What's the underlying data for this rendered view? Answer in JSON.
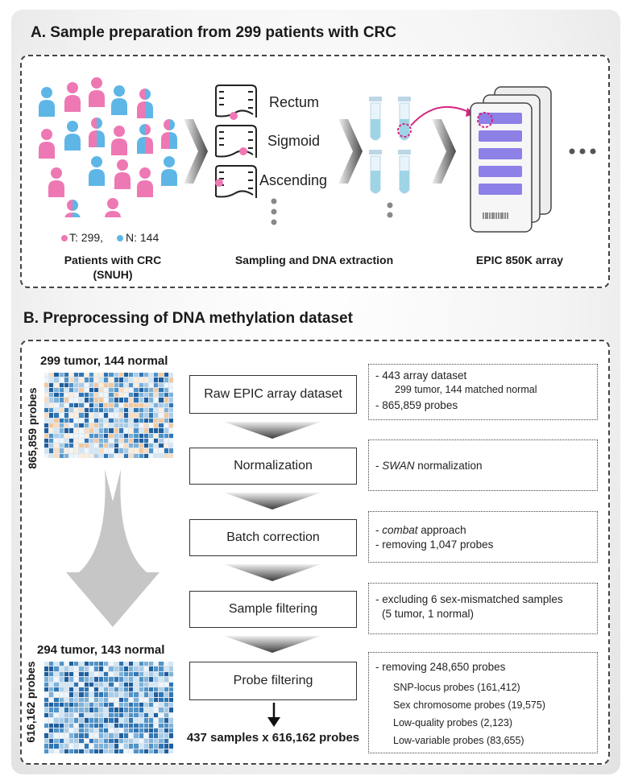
{
  "section_a": {
    "title": "A. Sample preparation from 299  patients with CRC",
    "patients_label": "Patients with CRC",
    "patients_sublabel": "(SNUH)",
    "tumor_count": "T: 299,",
    "normal_count": "N: 144",
    "colon_sites": [
      "Rectum",
      "Sigmoid",
      "Ascending"
    ],
    "sampling_label": "Sampling and DNA extraction",
    "array_label": "EPIC 850K array"
  },
  "section_b": {
    "title": "B. Preprocessing of DNA methylation dataset",
    "top_heatmap_title": "299 tumor, 144 normal",
    "top_heatmap_ylabel": "865,859 probes",
    "bottom_heatmap_title": "294 tumor, 143 normal",
    "bottom_heatmap_ylabel": "616,162 probes",
    "steps": [
      "Raw EPIC array dataset",
      "Normalization",
      "Batch correction",
      "Sample filtering",
      "Probe filtering"
    ],
    "result": "437 samples x 616,162 probes",
    "notes": {
      "raw_1": "- 443 array dataset",
      "raw_2": "299 tumor, 144 matched normal",
      "raw_3": "- 865,859 probes",
      "norm_1a": "- ",
      "norm_1b": "SWAN",
      "norm_1c": " normalization",
      "batch_1a": "- ",
      "batch_1b": "combat",
      "batch_1c": " approach",
      "batch_2": "- removing 1,047 probes",
      "sample_1": "- excluding 6 sex-mismatched samples",
      "sample_2": "(5 tumor, 1 normal)",
      "probe_1": "- removing 248,650 probes",
      "probe_2": "SNP-locus probes (161,412)",
      "probe_3": "Sex chromosome probes (19,575)",
      "probe_4": "Low-quality probes (2,123)",
      "probe_5": "Low-variable probes (83,655)"
    }
  },
  "colors": {
    "tumor": "#ee78b4",
    "normal": "#5eb6e6",
    "tube_fluid": "#9fd4e6",
    "array_cell": "#8d80e6",
    "heat_blue": "#2f76b5",
    "heat_orange": "#f2c9a0"
  }
}
